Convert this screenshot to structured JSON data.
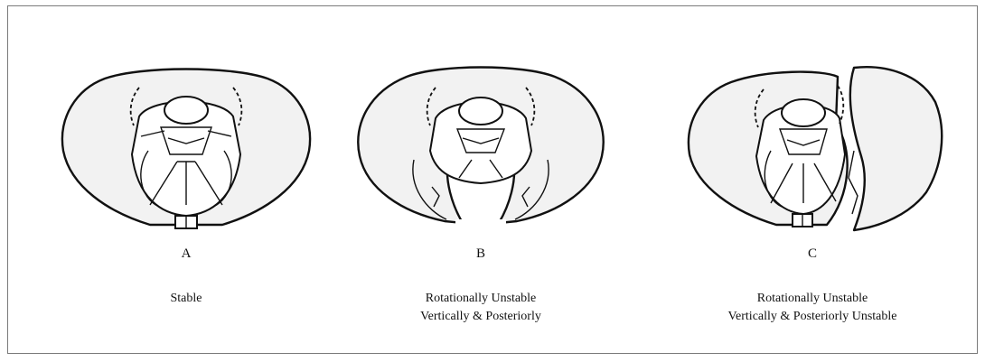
{
  "figure": {
    "panels": [
      {
        "id": "A",
        "letter": "A",
        "caption_lines": [
          "Stable"
        ],
        "injury": "intact ring"
      },
      {
        "id": "B",
        "letter": "B",
        "caption_lines": [
          "Rotationally Unstable",
          "Vertically & Posteriorly"
        ],
        "injury": "anterior and posterior disruption, open ring"
      },
      {
        "id": "C",
        "letter": "C",
        "caption_lines": [
          "Rotationally Unstable",
          "Vertically & Posteriorly Unstable"
        ],
        "injury": "complete disruption with vertical displacement"
      }
    ]
  }
}
